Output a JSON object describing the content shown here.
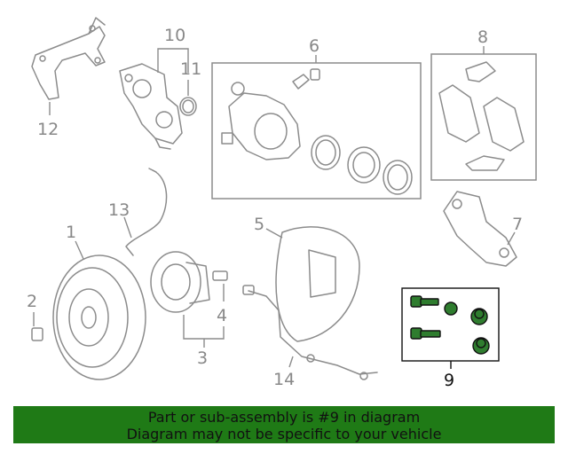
{
  "callouts": {
    "c1": "1",
    "c2": "2",
    "c3": "3",
    "c4": "4",
    "c5": "5",
    "c6": "6",
    "c7": "7",
    "c8": "8",
    "c9": "9",
    "c10": "10",
    "c11": "11",
    "c12": "12",
    "c13": "13",
    "c14": "14"
  },
  "highlighted_part": "9",
  "colors": {
    "banner": "#1f7a16",
    "highlight_part": "#2f7d2f",
    "outline": "#8c8c8c"
  },
  "banner": {
    "line1": "Part or sub-assembly is #9 in diagram",
    "line2": "Diagram may not be specific to your vehicle"
  }
}
